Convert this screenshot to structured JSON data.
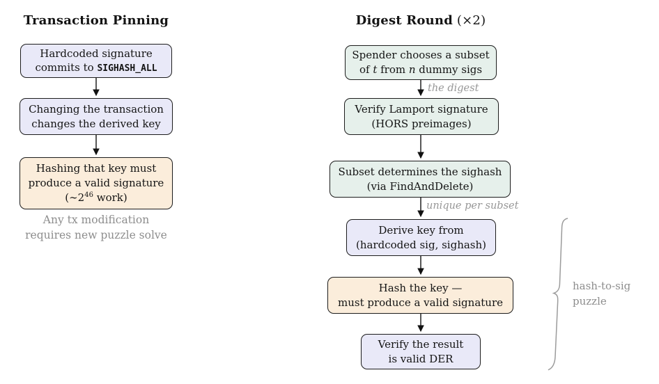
{
  "colors": {
    "lavender_fill": "#e9e9f8",
    "mint_fill": "#e6f0eb",
    "peach_fill": "#fbeddb",
    "box_border": "#1c1c1c",
    "muted_text": "#8d8d8d",
    "edge_label_text": "#979797",
    "arrow": "#111111",
    "brace": "#9b9b9b"
  },
  "left": {
    "title": "Transaction Pinning",
    "box1": {
      "line1": "Hardcoded signature",
      "line2_text": "commits to ",
      "line2_code": "SIGHASH_ALL"
    },
    "box2": {
      "line1": "Changing the transaction",
      "line2": "changes the derived key"
    },
    "box3": {
      "line1": "Hashing that key must",
      "line2": "produce a valid signature",
      "line3_pre": "(∼2",
      "line3_sup": "46",
      "line3_post": " work)"
    },
    "note_line1": "Any tx modification",
    "note_line2": "requires new puzzle solve"
  },
  "right": {
    "title_main": "Digest Round",
    "title_suffix": " (×2)",
    "box1": {
      "line1": "Spender chooses a subset",
      "line2_seg1": "of ",
      "line2_var1": "t",
      "line2_seg2": " from ",
      "line2_var2": "n",
      "line2_seg3": " dummy sigs"
    },
    "edge_label_digest": "the digest",
    "box2": {
      "line1": "Verify Lamport signature",
      "line2": "(HORS preimages)"
    },
    "box3": {
      "line1": "Subset determines the sighash",
      "line2": "(via FindAndDelete)"
    },
    "edge_label_unique": "unique per subset",
    "box4": {
      "line1": "Derive key from",
      "line2": "(hardcoded sig, sighash)"
    },
    "box5": {
      "line1": "Hash the key —",
      "line2": "must produce a valid signature"
    },
    "box6": {
      "line1": "Verify the result",
      "line2": "is valid DER"
    },
    "brace_label_line1": "hash-to-sig",
    "brace_label_line2": "puzzle"
  }
}
